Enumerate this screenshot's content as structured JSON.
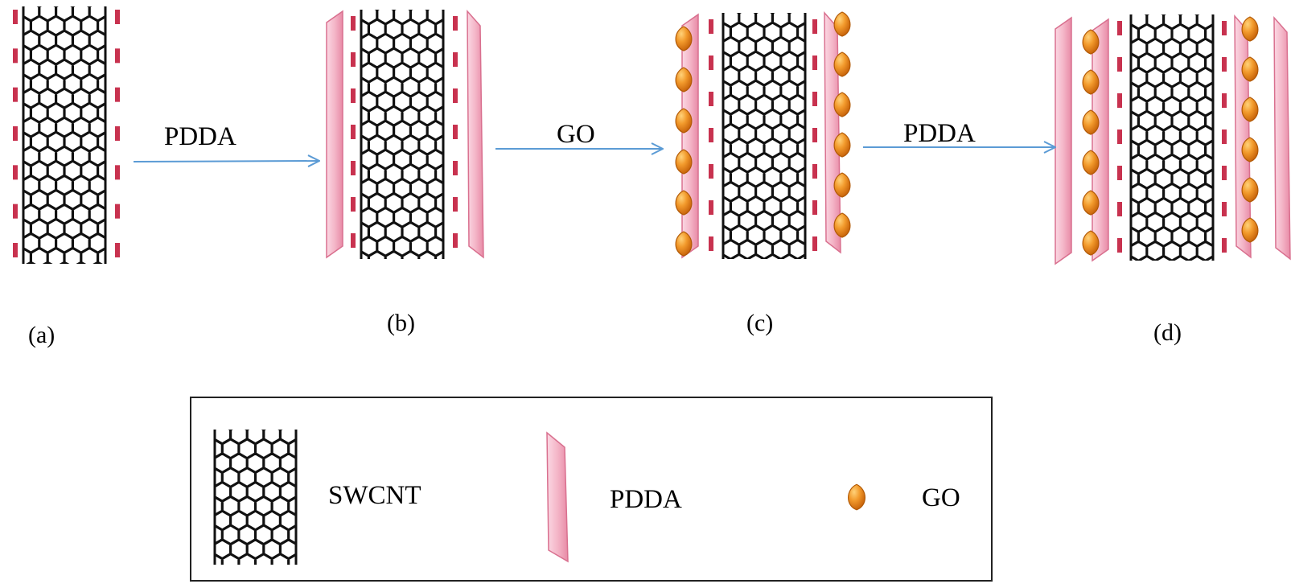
{
  "arrows": [
    {
      "label": "PDDA"
    },
    {
      "label": "GO"
    },
    {
      "label": "PDDA"
    }
  ],
  "steps": [
    {
      "label": "(a)"
    },
    {
      "label": "(b)"
    },
    {
      "label": "(c)"
    },
    {
      "label": "(d)"
    }
  ],
  "legend": {
    "swcnt_label": "SWCNT",
    "pdda_label": "PDDA",
    "go_label": "GO"
  },
  "colors": {
    "nanotube": "#111111",
    "charge_dash": "#c8324f",
    "pdda_fill": "#f4b6c8",
    "pdda_stroke": "#d9708f",
    "go_fill": "#ee8a1c",
    "go_stroke": "#b25a06",
    "arrow": "#5b9bd5",
    "legend_border": "#222222"
  }
}
